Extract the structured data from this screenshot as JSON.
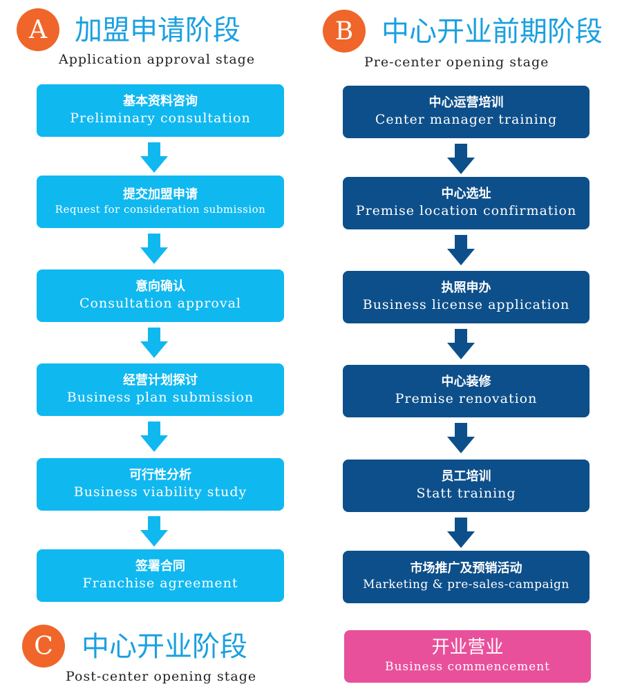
{
  "colors": {
    "badge": "#f06529",
    "title": "#1aa0e0",
    "stage_a_box": "#10b8f0",
    "stage_b_box": "#0d4f8a",
    "final_box": "#e9509b",
    "arrow_a": "#10b8f0",
    "arrow_b": "#0d4f8a"
  },
  "stage_a": {
    "letter": "A",
    "title": "加盟申请阶段",
    "subtitle": "Application approval stage",
    "steps": [
      {
        "zh": "基本资料咨询",
        "en": "Preliminary consultation"
      },
      {
        "zh": "提交加盟申请",
        "en": "Request for consideration submission"
      },
      {
        "zh": "意向确认",
        "en": "Consultation approval"
      },
      {
        "zh": "经营计划探讨",
        "en": "Business plan submission"
      },
      {
        "zh": "可行性分析",
        "en": "Business viability study"
      },
      {
        "zh": "签署合同",
        "en": "Franchise agreement"
      }
    ]
  },
  "stage_b": {
    "letter": "B",
    "title": "中心开业前期阶段",
    "subtitle": "Pre-center opening stage",
    "steps": [
      {
        "zh": "中心运营培训",
        "en": "Center manager training"
      },
      {
        "zh": "中心选址",
        "en": "Premise location confirmation"
      },
      {
        "zh": "执照申办",
        "en": "Business license application"
      },
      {
        "zh": "中心装修",
        "en": "Premise renovation"
      },
      {
        "zh": "员工培训",
        "en": "Statt training"
      },
      {
        "zh": "市场推广及预销活动",
        "en": "Marketing & pre-sales-campaign"
      }
    ]
  },
  "stage_c": {
    "letter": "C",
    "title": "中心开业阶段",
    "subtitle": "Post-center opening stage",
    "final": {
      "zh": "开业营业",
      "en": "Business commencement"
    }
  }
}
